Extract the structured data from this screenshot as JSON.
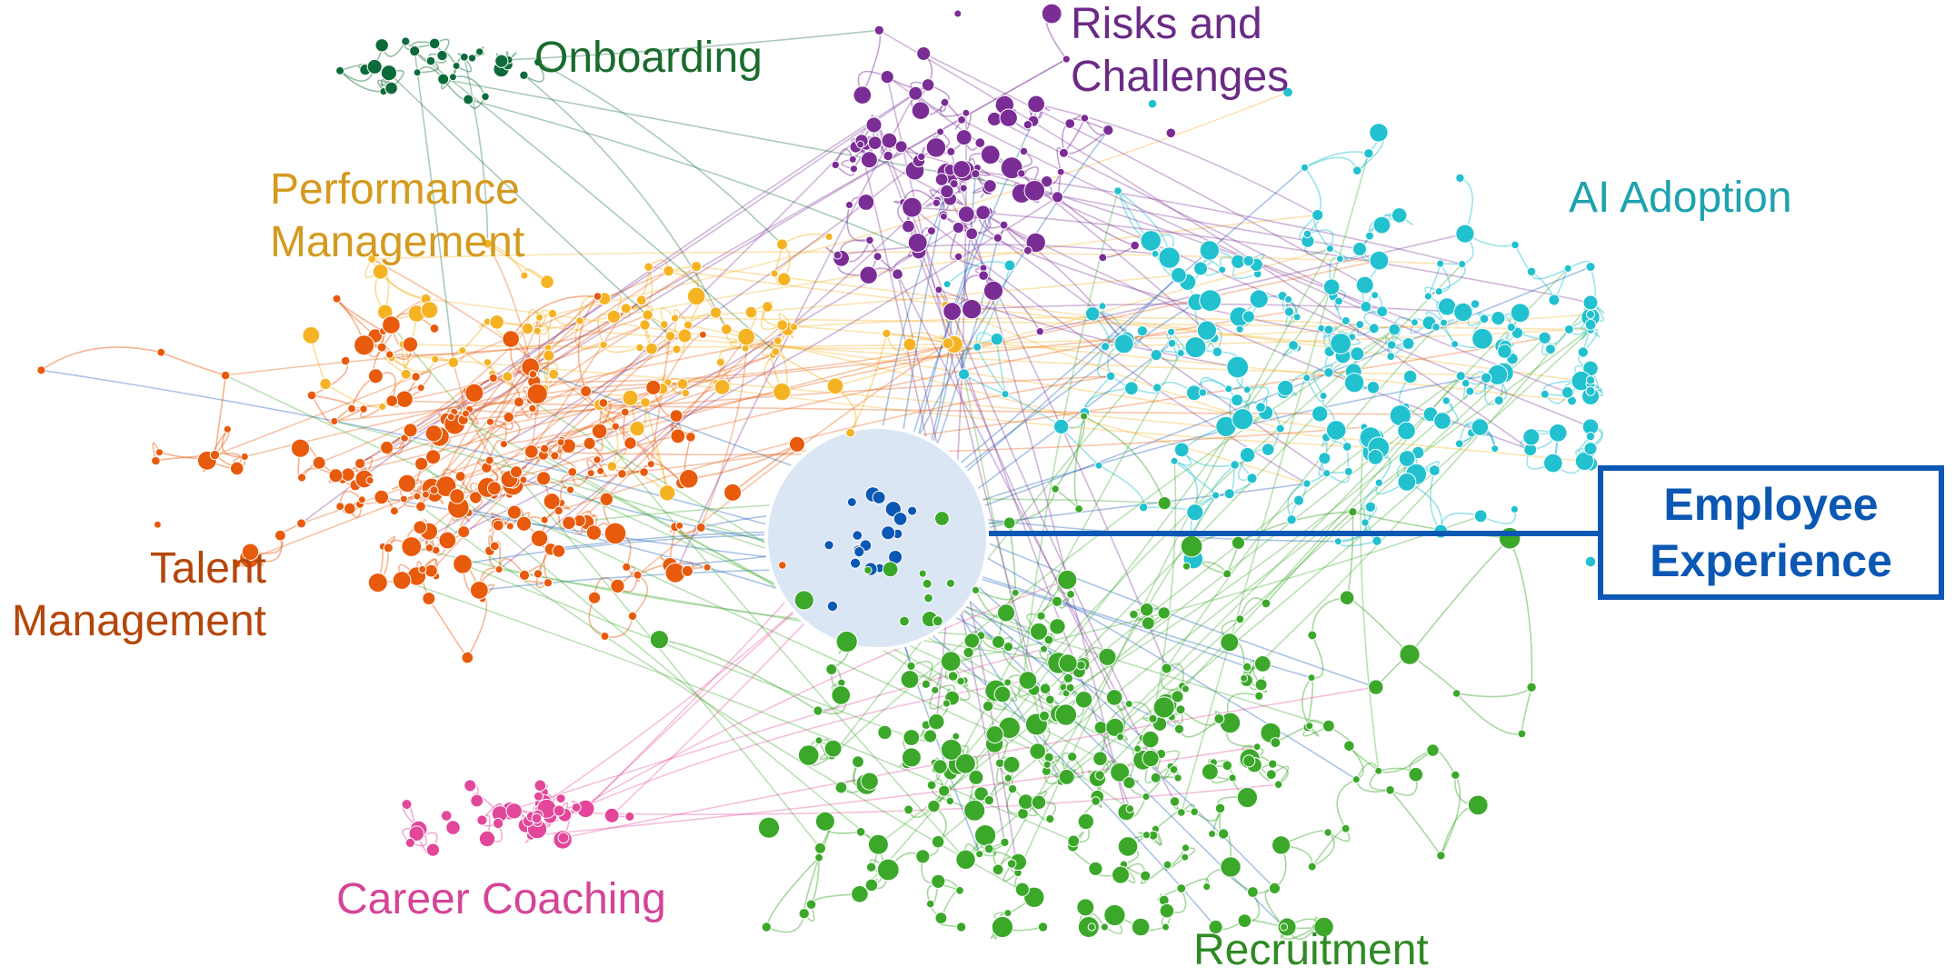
{
  "clusters": [
    {
      "id": "onboarding",
      "label_lines": [
        "Onboarding"
      ],
      "color": "#0d6b3a",
      "label_color": "#1a6b2e"
    },
    {
      "id": "performance",
      "label_lines": [
        "Performance",
        "Management"
      ],
      "color": "#f5b324",
      "label_color": "#d49a1f"
    },
    {
      "id": "risks",
      "label_lines": [
        "Risks and",
        "Challenges"
      ],
      "color": "#7b2d96",
      "label_color": "#6b2a86"
    },
    {
      "id": "ai",
      "label_lines": [
        "AI Adoption"
      ],
      "color": "#22c1cf",
      "label_color": "#1ea2b0"
    },
    {
      "id": "talent",
      "label_lines": [
        "Talent",
        "Management"
      ],
      "color": "#e85a0c",
      "label_color": "#b5460a"
    },
    {
      "id": "employee",
      "label_lines": [
        "Employee",
        "Experience"
      ],
      "color": "#0b57b4",
      "label_color": "#0b57b4"
    },
    {
      "id": "career",
      "label_lines": [
        "Career Coaching"
      ],
      "color": "#e2479a",
      "label_color": "#d54496"
    },
    {
      "id": "recruitment",
      "label_lines": [
        "Recruitment"
      ],
      "color": "#3ba82a",
      "label_color": "#2f8a24"
    }
  ],
  "labels": {
    "onboarding": "Onboarding",
    "performance_line1": "Performance",
    "performance_line2": "Management",
    "risks_line1": "Risks and",
    "risks_line2": "Challenges",
    "ai": "AI Adoption",
    "talent_line1": "Talent",
    "talent_line2": "Management",
    "career": "Career Coaching",
    "recruitment": "Recruitment"
  },
  "callout": {
    "line1": "Employee",
    "line2": "Experience",
    "highlight_fill": "#dbe6f5",
    "border_color": "#0b57b4"
  }
}
